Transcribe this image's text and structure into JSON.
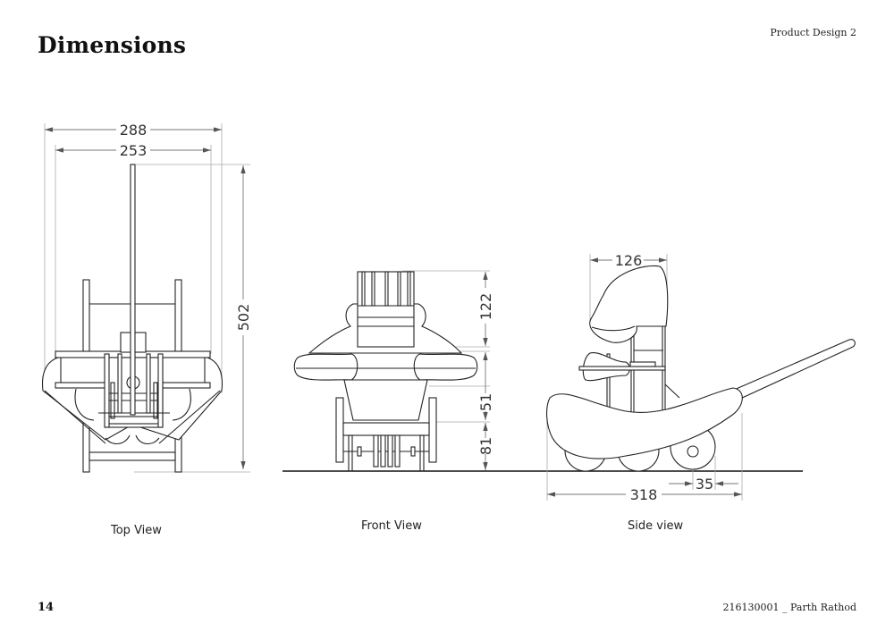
{
  "header": {
    "title": "Dimensions",
    "course": "Product Design 2"
  },
  "footer": {
    "page_number": "14",
    "author": "216130001 _ Parth Rathod"
  },
  "views": {
    "top": {
      "caption": "Top View",
      "dims": {
        "overall_width": "288",
        "inner_width": "253",
        "length": "502"
      }
    },
    "front": {
      "caption": "Front View",
      "dims": {
        "seat_back": "122",
        "armrest": "51",
        "base": "81"
      }
    },
    "side": {
      "caption": "Side view",
      "dims": {
        "head_width": "126",
        "overall_length": "318",
        "wheel_offset": "35"
      }
    }
  }
}
